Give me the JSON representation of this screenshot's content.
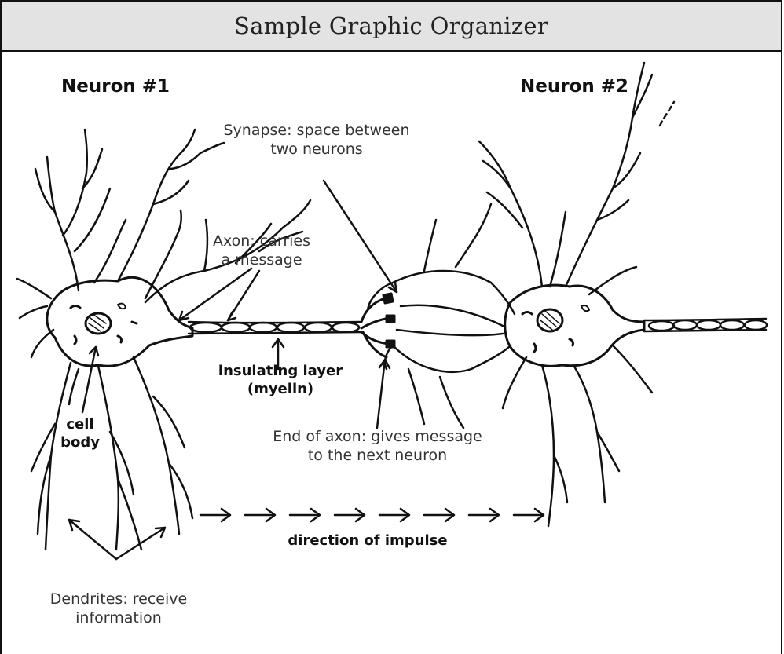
{
  "header": {
    "title": "Sample Graphic Organizer"
  },
  "neurons": {
    "first": "Neuron #1",
    "second": "Neuron #2"
  },
  "labels": {
    "synapse_line1": "Synapse: space between",
    "synapse_line2": "two neurons",
    "axon_line1": "Axon: carries",
    "axon_line2": "a message",
    "myelin_line1": "insulating layer",
    "myelin_line2": "(myelin)",
    "cell_body_line1": "cell",
    "cell_body_line2": "body",
    "end_axon_line1": "End of axon: gives message",
    "end_axon_line2": "to the next neuron",
    "direction": "direction of impulse",
    "dendrites_line1": "Dendrites: receive",
    "dendrites_line2": "information"
  },
  "colors": {
    "header_bg": "#e3e3e3",
    "ink": "#111111",
    "note_text": "#333333"
  }
}
